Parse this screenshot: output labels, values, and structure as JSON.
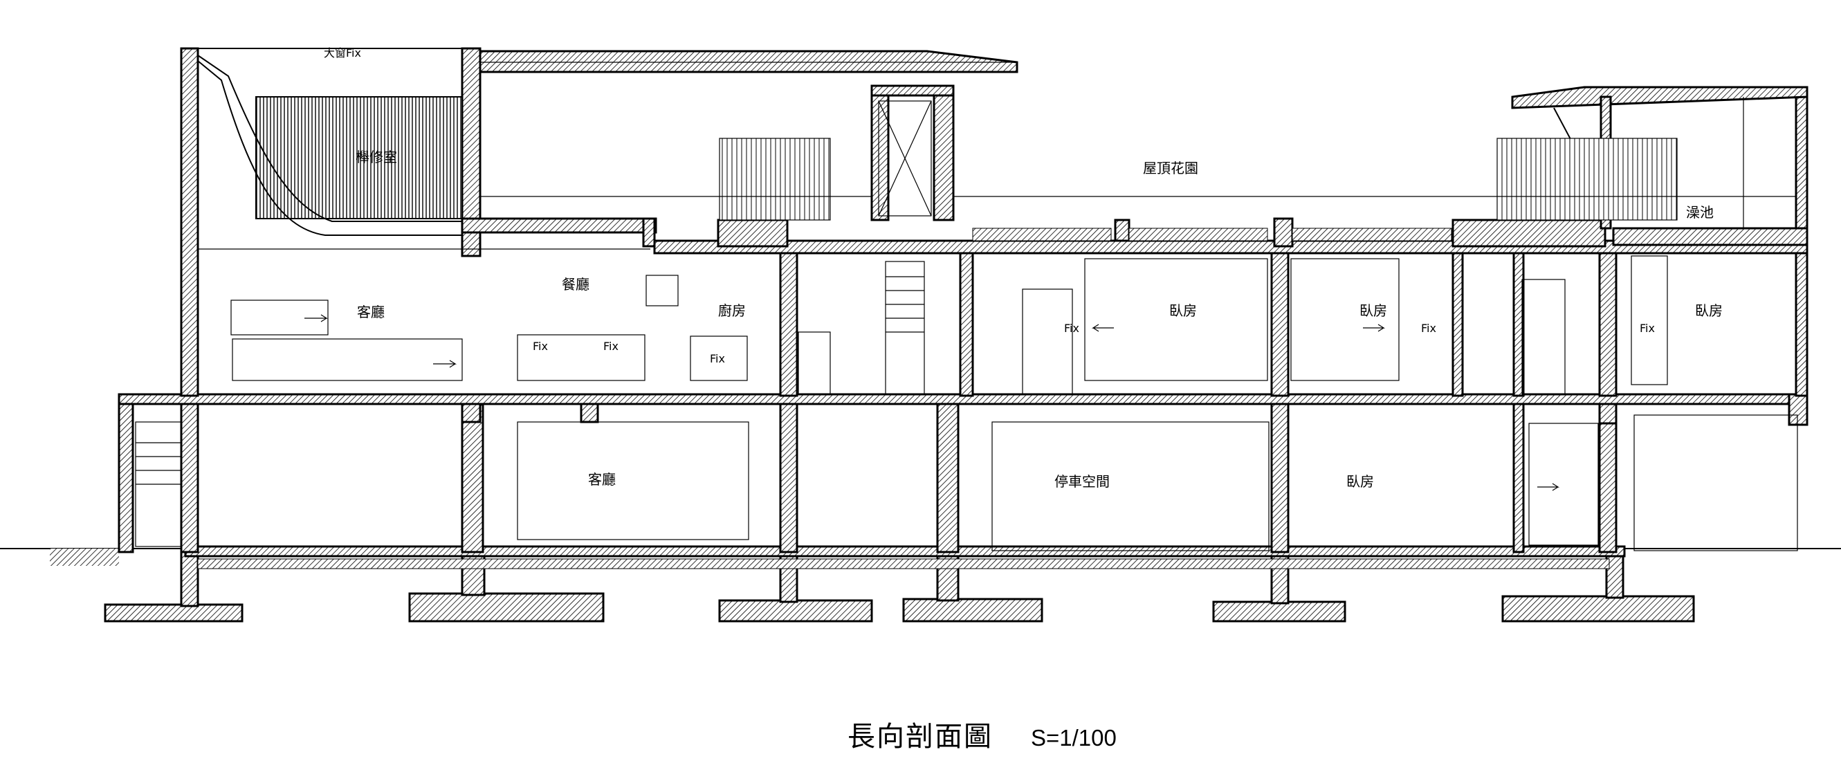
{
  "drawing": {
    "title": "長向剖面圖",
    "scale": "S=1/100"
  },
  "rooms": {
    "study": "櫸修室",
    "roof_garden": "屋頂花園",
    "bath": "澡池",
    "living_upper": "客廳",
    "dining": "餐廳",
    "kitchen": "廚房",
    "bedroom_a": "臥房",
    "bedroom_b": "臥房",
    "bedroom_c": "臥房",
    "living_lower": "客廳",
    "parking": "停車空間",
    "bedroom_lower": "臥房"
  },
  "fix_labels": {
    "top": "大窗Fix",
    "dining_left": "Fix",
    "dining_right": "Fix",
    "kitchen": "Fix",
    "bed_a": "Fix",
    "bed_b": "Fix",
    "bed_c": "Fix"
  }
}
